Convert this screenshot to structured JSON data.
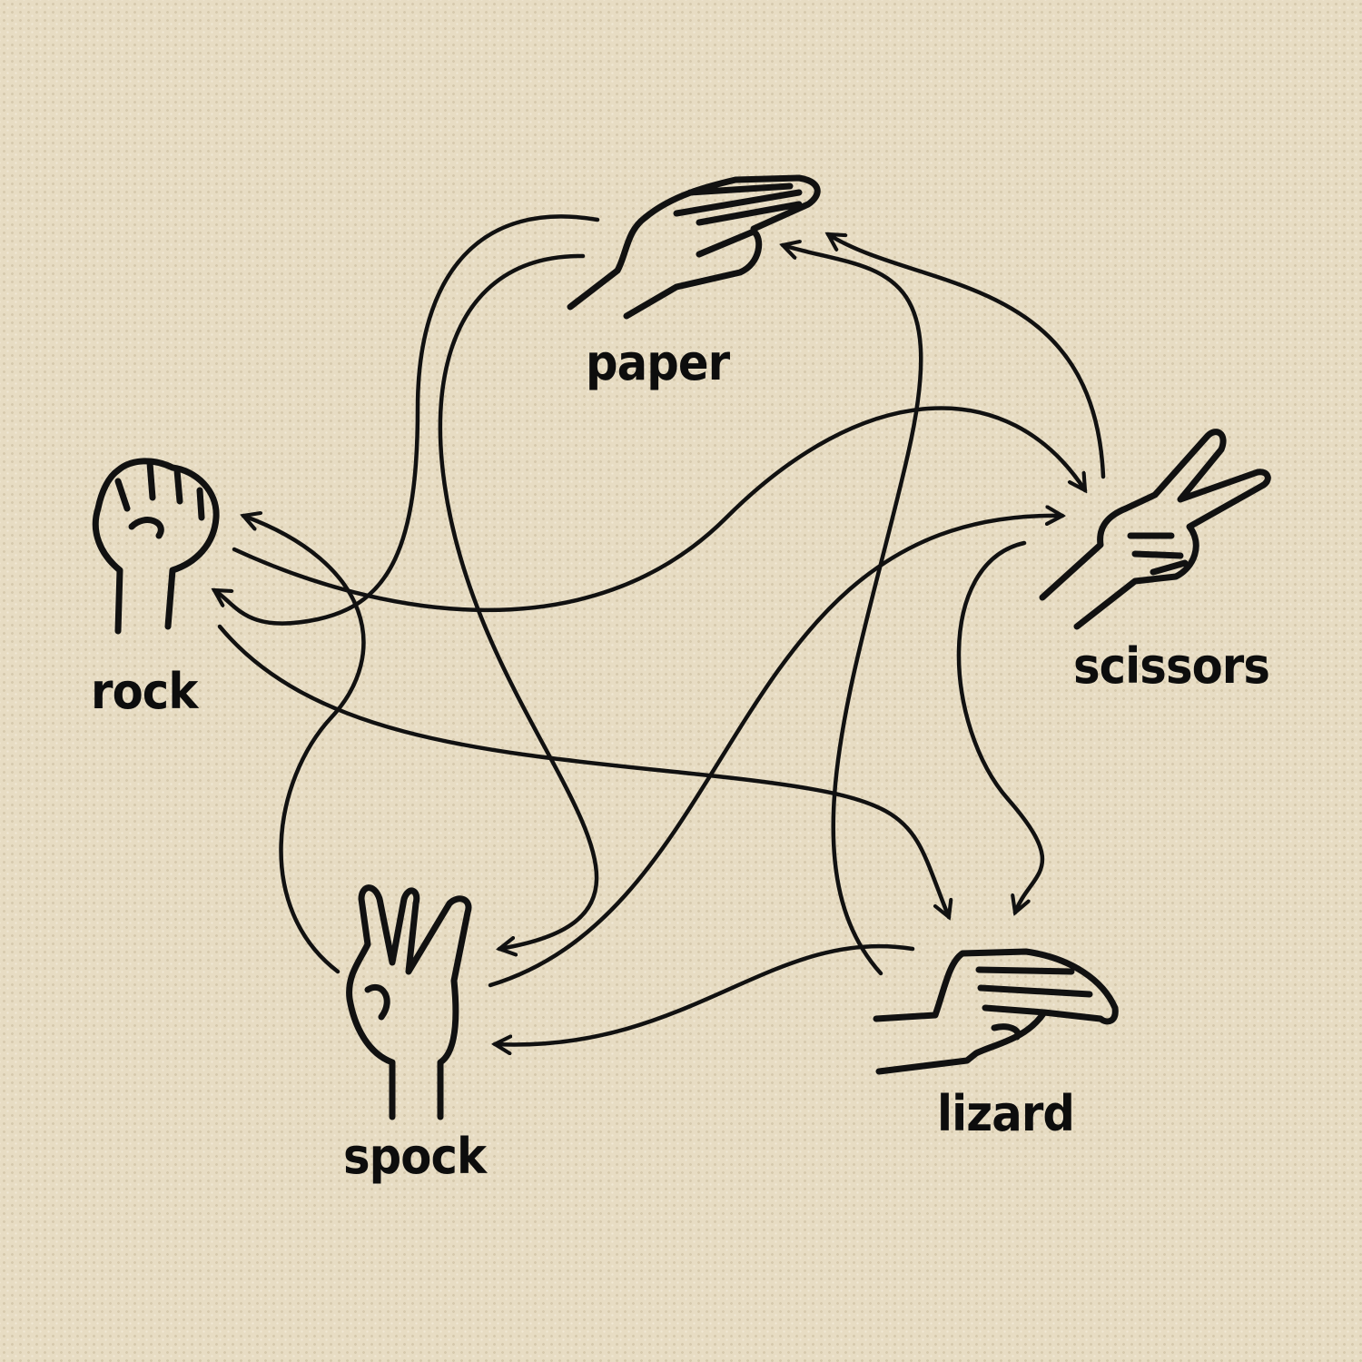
{
  "title_nodes": {
    "paper": "paper",
    "rock": "rock",
    "scissors": "scissors",
    "spock": "spock",
    "lizard": "lizard"
  },
  "colors": {
    "background": "#e7dcc3",
    "ink": "#111111"
  },
  "edges": [
    {
      "from": "scissors",
      "to": "paper"
    },
    {
      "from": "rock",
      "to": "scissors"
    },
    {
      "from": "spock",
      "to": "scissors"
    },
    {
      "from": "rock",
      "to": "lizard"
    },
    {
      "from": "scissors",
      "to": "lizard"
    },
    {
      "from": "lizard",
      "to": "spock"
    },
    {
      "from": "lizard",
      "to": "paper"
    },
    {
      "from": "paper",
      "to": "spock"
    },
    {
      "from": "paper",
      "to": "rock"
    },
    {
      "from": "spock",
      "to": "rock"
    }
  ]
}
